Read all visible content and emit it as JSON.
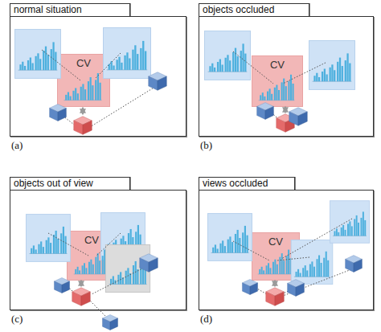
{
  "diagram": {
    "nodes": [
      {
        "text": [
          "normal situation"
        ]
      },
      {
        "text": [
          "CV"
        ],
        "in": 0
      },
      {
        "text": [
          "objects occluded"
        ]
      },
      {
        "text": [
          "CV"
        ],
        "in": 2
      },
      {
        "text": [
          "objects out of view"
        ]
      },
      {
        "text": [
          "CV"
        ],
        "in": 4
      },
      {
        "text": [
          "views occluded"
        ]
      },
      {
        "text": [
          "CV"
        ],
        "in": 6
      }
    ],
    "labels": [
      "(a)",
      "(b)",
      "(c)",
      "(d)"
    ]
  }
}
